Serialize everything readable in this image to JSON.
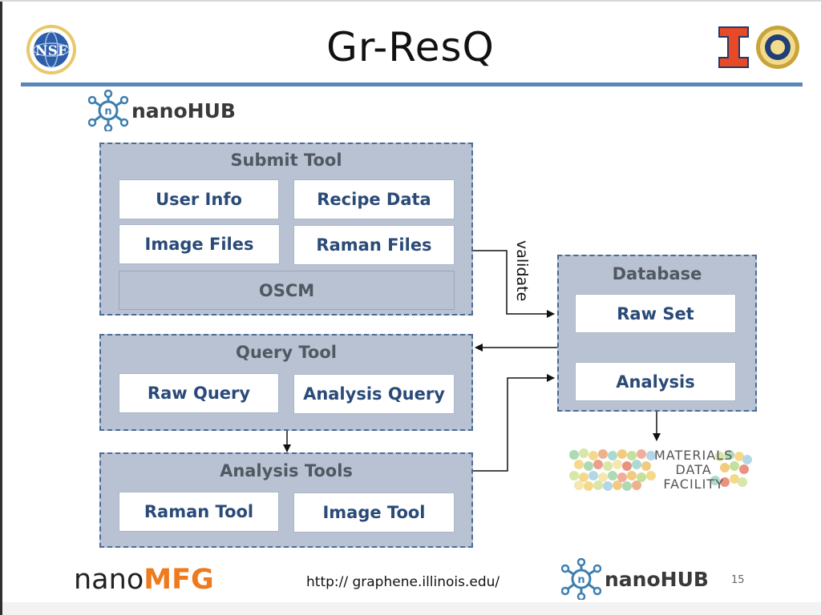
{
  "title": "Gr-ResQ",
  "nanohub_text": "nanoHUB",
  "submit_tool": {
    "title": "Submit Tool",
    "user_info": "User Info",
    "recipe_data": "Recipe Data",
    "image_files": "Image Files",
    "raman_files": "Raman Files",
    "oscm": "OSCM"
  },
  "query_tool": {
    "title": "Query Tool",
    "raw_query": "Raw Query",
    "analysis_query": "Analysis Query"
  },
  "analysis_tools": {
    "title": "Analysis Tools",
    "raman_tool": "Raman Tool",
    "image_tool": "Image Tool"
  },
  "database": {
    "title": "Database",
    "raw_set": "Raw Set",
    "analysis": "Analysis"
  },
  "validate_label": "validate",
  "mdf": {
    "line1": "MATERIALS",
    "line2": "DATA",
    "line3": "FACILITY"
  },
  "footer": {
    "nanomfg_prefix": "nano",
    "nanomfg_suffix": "MFG",
    "url": "http:// graphene.illinois.edu/",
    "page_number": "15"
  },
  "colors": {
    "group_fill": "#b9c2d2",
    "group_border": "#4a6b96",
    "cell_text": "#2a4a78",
    "title_rule": "#5b86b8",
    "nanomfg_accent": "#ee7a1d",
    "uiuc_orange": "#e84a27"
  }
}
